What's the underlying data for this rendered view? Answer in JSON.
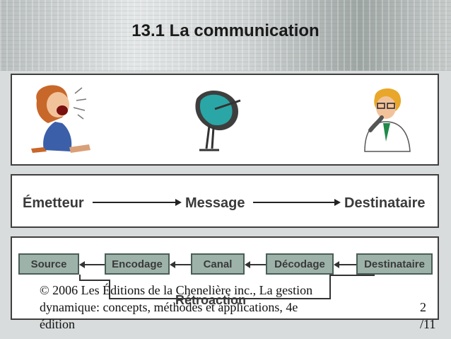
{
  "slide": {
    "title": "13.1 La communication"
  },
  "illustrations": {
    "sender": "shouting-person-icon",
    "channel": "satellite-dish-icon",
    "receiver": "thinking-man-icon"
  },
  "flow": {
    "sender_label": "Émetteur",
    "message_label": "Message",
    "receiver_label": "Destinataire"
  },
  "process": {
    "steps": [
      "Source",
      "Encodage",
      "Canal",
      "Décodage",
      "Destinataire"
    ],
    "feedback_label": "Rétroaction"
  },
  "footer": {
    "copyright_line1": "© 2006 Les Éditions de la Chenelière inc., La gestion",
    "copyright_line2": "dynamique: concepts, méthodes et applications, 4e",
    "copyright_line3": "édition",
    "page_line1": "2",
    "page_line2": "/11"
  },
  "colors": {
    "box_fill": "#9db3aa",
    "box_border": "#4a5e56",
    "panel_border": "#3f3f3f"
  }
}
